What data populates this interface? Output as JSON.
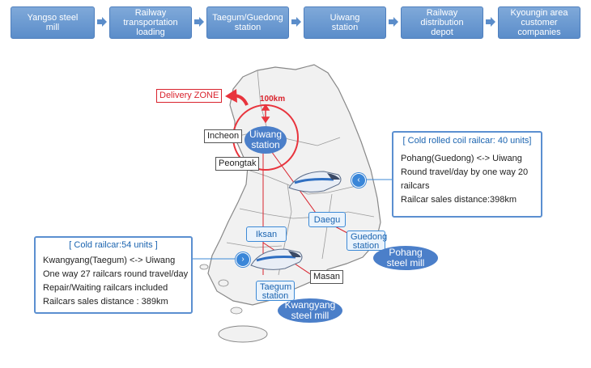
{
  "flow": {
    "steps": [
      "Yangso steel\nmill",
      "Railway\ntransportation\nloading",
      "Taegum/Guedong\nstation",
      "Uiwang\nstation",
      "Railway\ndistribution\ndepot",
      "Kyoungin area\ncustomer\ncompanies"
    ]
  },
  "map": {
    "delivery_zone": "Delivery ZONE",
    "radius": "100km",
    "cities": {
      "incheon": "Incheon",
      "peongtak": "Peongtak",
      "masan": "Masan"
    },
    "stations": {
      "uiwang": "Uiwang\nstation",
      "daegu": "Daegu",
      "iksan": "Iksan",
      "guedong": "Guedong\nstation",
      "taegum": "Taegum\nstation"
    },
    "mills": {
      "pohang": "Pohang\nsteel mill",
      "kwangyang": "Kwangyang\nsteel mill"
    }
  },
  "info_right": {
    "title": "[ Cold rolled coil railcar: 40 units]",
    "lines": [
      "Pohang(Guedong) <-> Uiwang",
      "Round travel/day by one way 20",
      "railcars",
      "Railcar sales distance:398km"
    ]
  },
  "info_left": {
    "title": "[ Cold railcar:54 units ]",
    "lines": [
      "Kwangyang(Taegum) <-> Uiwang",
      "One way 27 railcars round travel/day",
      "Repair/Waiting railcars included",
      "Railcars sales distance : 389km"
    ]
  },
  "colors": {
    "step_blue": "#5b8dca",
    "route_red": "#d9232d",
    "land_gray": "#f1f1f1"
  }
}
